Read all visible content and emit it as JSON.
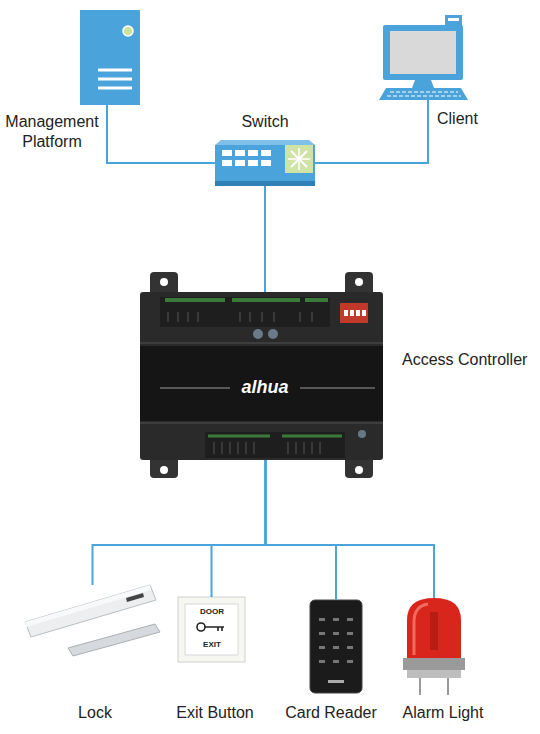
{
  "diagram": {
    "nodes": [
      {
        "text": [
          "Management Platform"
        ]
      },
      {
        "text": [
          "Switch"
        ]
      },
      {
        "text": [
          "Client"
        ]
      },
      {
        "text": [
          "Access Controller"
        ]
      },
      {
        "text": [
          "Lock"
        ]
      },
      {
        "text": [
          "Exit Button"
        ]
      },
      {
        "text": [
          "Card Reader"
        ]
      },
      {
        "text": [
          "Alarm Light"
        ]
      }
    ],
    "edges": [
      {
        "from": 0,
        "to": 1,
        "arrow": "none"
      },
      {
        "from": 1,
        "to": 2,
        "arrow": "none"
      },
      {
        "from": 1,
        "to": 3,
        "arrow": "none"
      },
      {
        "from": 3,
        "to": 4,
        "arrow": "none"
      },
      {
        "from": 3,
        "to": 5,
        "arrow": "none"
      },
      {
        "from": 3,
        "to": 6,
        "arrow": "none"
      },
      {
        "from": 3,
        "to": 7,
        "arrow": "none"
      }
    ],
    "labels": [
      "alhua",
      "DOOR",
      "EXIT"
    ]
  }
}
